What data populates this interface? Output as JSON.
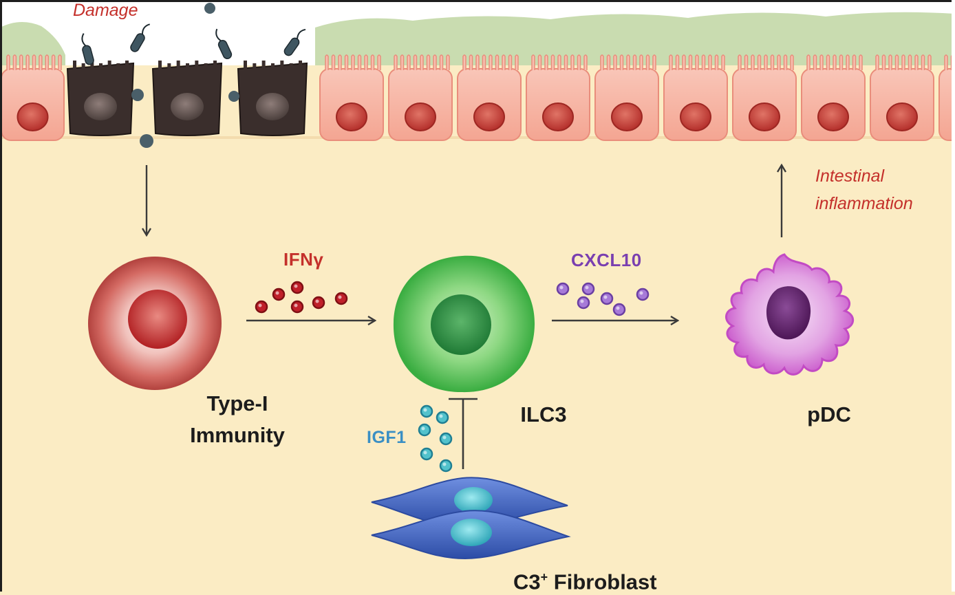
{
  "labels": {
    "damage": "Damage",
    "intestinal_line1": "Intestinal",
    "intestinal_line2": "inflammation",
    "ifng": "IFNγ",
    "cxcl10": "CXCL10",
    "igf1": "IGF1",
    "type_i_line1": "Type-I",
    "type_i_line2": "Immunity",
    "ilc3": "ILC3",
    "pdc": "pDC",
    "fibroblast_prefix": "C3",
    "fibroblast_sup": "+",
    "fibroblast_suffix": " Fibroblast"
  },
  "colors": {
    "background": "#fbecc4",
    "mucus": "#c9dcb0",
    "epithelium": "#f6b4a3",
    "damaged_cell": "#3a2e2c",
    "type_i_cell": "#c4534f",
    "ilc3_cell": "#52c057",
    "pdc_cell": "#d57bd6",
    "fibroblast": "#3e63c2",
    "ifng_dots": "#c0202a",
    "cxcl10_dots": "#a77ad8",
    "igf1_dots": "#52c2cc",
    "label_red": "#c4302b",
    "label_purple": "#7a3fb0",
    "label_blue": "#3a8fc4"
  }
}
